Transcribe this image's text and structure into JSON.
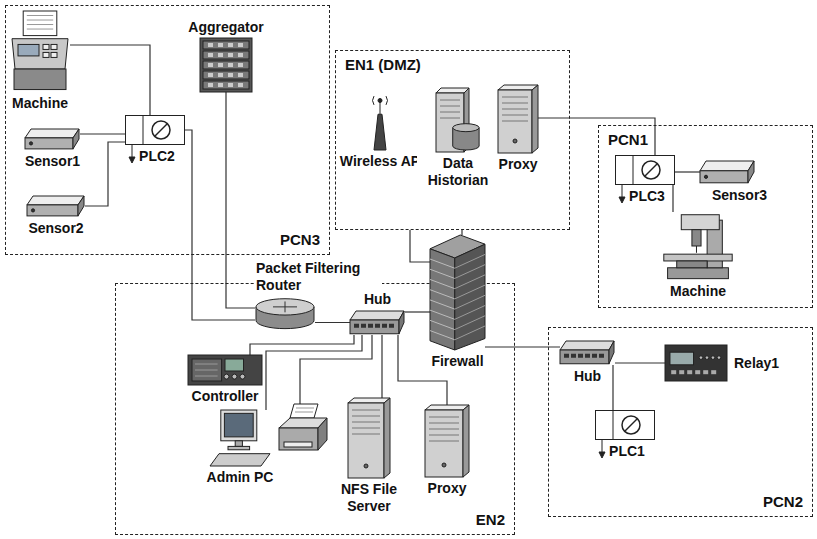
{
  "diagram": {
    "nodes": [
      {
        "text": [
          "PCN3"
        ]
      },
      {
        "text": [
          "Machine"
        ],
        "in": 0
      },
      {
        "text": [
          "Sensor1"
        ],
        "in": 0
      },
      {
        "text": [
          "Sensor2"
        ],
        "in": 0
      },
      {
        "text": [
          "PLC2"
        ],
        "in": 0
      },
      {
        "text": [
          "Aggregator"
        ],
        "in": 0
      },
      {
        "text": [
          "EN1 (DMZ)"
        ]
      },
      {
        "text": [
          "Wireless AP"
        ],
        "in": 6
      },
      {
        "text": [
          "Data Historian"
        ],
        "in": 6
      },
      {
        "text": [
          "Proxy"
        ],
        "in": 6
      },
      {
        "text": [
          "PCN1"
        ]
      },
      {
        "text": [
          "PLC3"
        ],
        "in": 10
      },
      {
        "text": [
          "Sensor3"
        ],
        "in": 10
      },
      {
        "text": [
          "Machine"
        ],
        "in": 10
      },
      {
        "text": [
          "EN2"
        ]
      },
      {
        "text": [
          "Packet Filtering Router"
        ],
        "in": 14
      },
      {
        "text": [
          "Hub"
        ],
        "in": 14
      },
      {
        "text": [
          "Firewall"
        ],
        "in": 14
      },
      {
        "text": [
          "Controller"
        ],
        "in": 14
      },
      {
        "text": [
          "Admin PC"
        ],
        "in": 14
      },
      {
        "text": [
          "NFS File Server"
        ],
        "in": 14
      },
      {
        "text": [
          "Proxy"
        ],
        "in": 14
      },
      {
        "text": [
          "PCN2"
        ]
      },
      {
        "text": [
          "Hub"
        ],
        "in": 22
      },
      {
        "text": [
          "Relay1"
        ],
        "in": 22
      },
      {
        "text": [
          "PLC1"
        ],
        "in": 22
      }
    ],
    "edges": [
      {
        "from": 1,
        "to": 4,
        "arrow": "none"
      },
      {
        "from": 2,
        "to": 4,
        "arrow": "none"
      },
      {
        "from": 3,
        "to": 4,
        "arrow": "none"
      },
      {
        "from": 4,
        "to": 15,
        "arrow": "none"
      },
      {
        "from": 5,
        "to": 15,
        "arrow": "none"
      },
      {
        "from": 15,
        "to": 16,
        "arrow": "none"
      },
      {
        "from": 16,
        "to": 18,
        "arrow": "none"
      },
      {
        "from": 16,
        "to": 19,
        "arrow": "none"
      },
      {
        "from": 16,
        "to": 20,
        "arrow": "none"
      },
      {
        "from": 16,
        "to": 21,
        "arrow": "none"
      },
      {
        "from": 16,
        "to": 17,
        "arrow": "none"
      },
      {
        "from": 17,
        "to": 6,
        "arrow": "none"
      },
      {
        "from": 17,
        "to": 6,
        "arrow": "none"
      },
      {
        "from": 9,
        "to": 11,
        "arrow": "none"
      },
      {
        "from": 11,
        "to": 12,
        "arrow": "none"
      },
      {
        "from": 11,
        "to": 13,
        "arrow": "none"
      },
      {
        "from": 17,
        "to": 23,
        "arrow": "none"
      },
      {
        "from": 23,
        "to": 24,
        "arrow": "none"
      },
      {
        "from": 23,
        "to": 25,
        "arrow": "none"
      }
    ]
  }
}
